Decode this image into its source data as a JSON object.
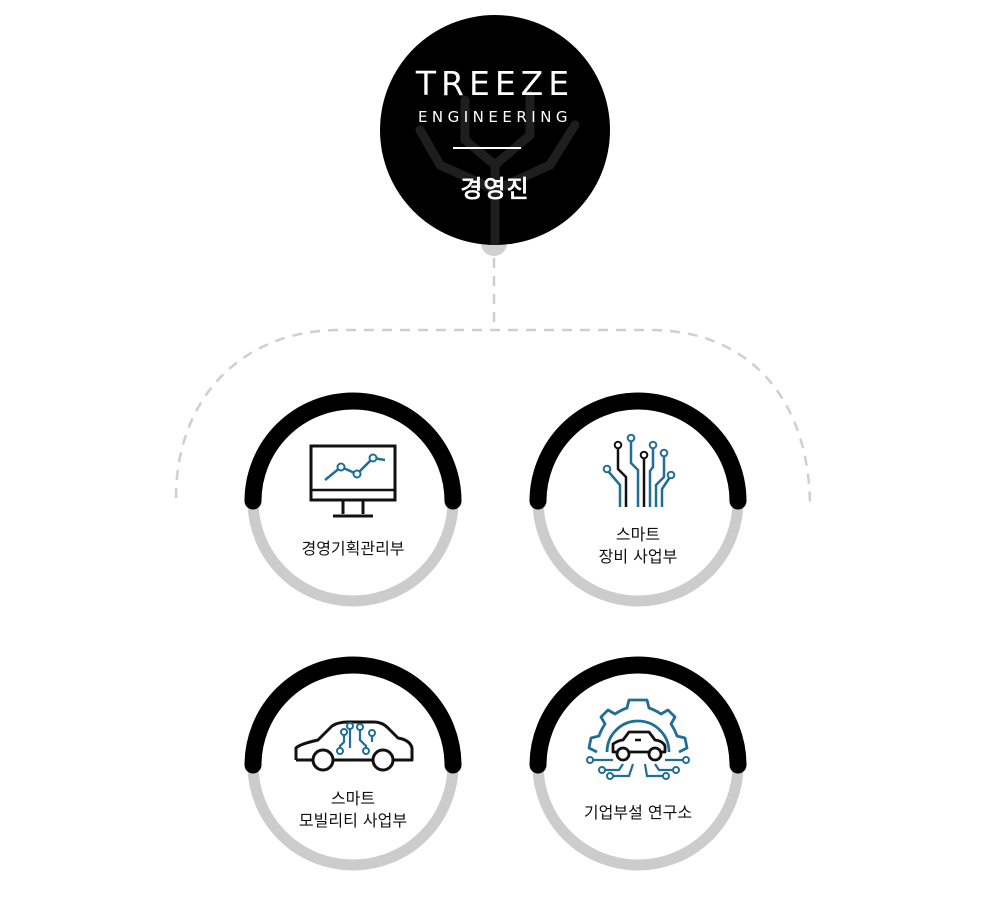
{
  "company": {
    "logo_line1": "TREEZE",
    "logo_line2": "ENGINEERING",
    "title": "경영진"
  },
  "departments": [
    {
      "lines": [
        "경영기획관리부"
      ],
      "icon": "monitor-chart-icon"
    },
    {
      "lines": [
        "스마트",
        "장비 사업부"
      ],
      "icon": "circuit-tree-icon"
    },
    {
      "lines": [
        "스마트",
        "모빌리티 사업부"
      ],
      "icon": "smart-car-icon"
    },
    {
      "lines": [
        "기업부설 연구소"
      ],
      "icon": "gear-car-icon"
    }
  ],
  "colors": {
    "ring_top": "#000000",
    "ring_bottom": "#cccccc",
    "connector": "#cfcfcf",
    "accent_blue": "#1f6e96",
    "node_dot": "#d0d0d0"
  }
}
